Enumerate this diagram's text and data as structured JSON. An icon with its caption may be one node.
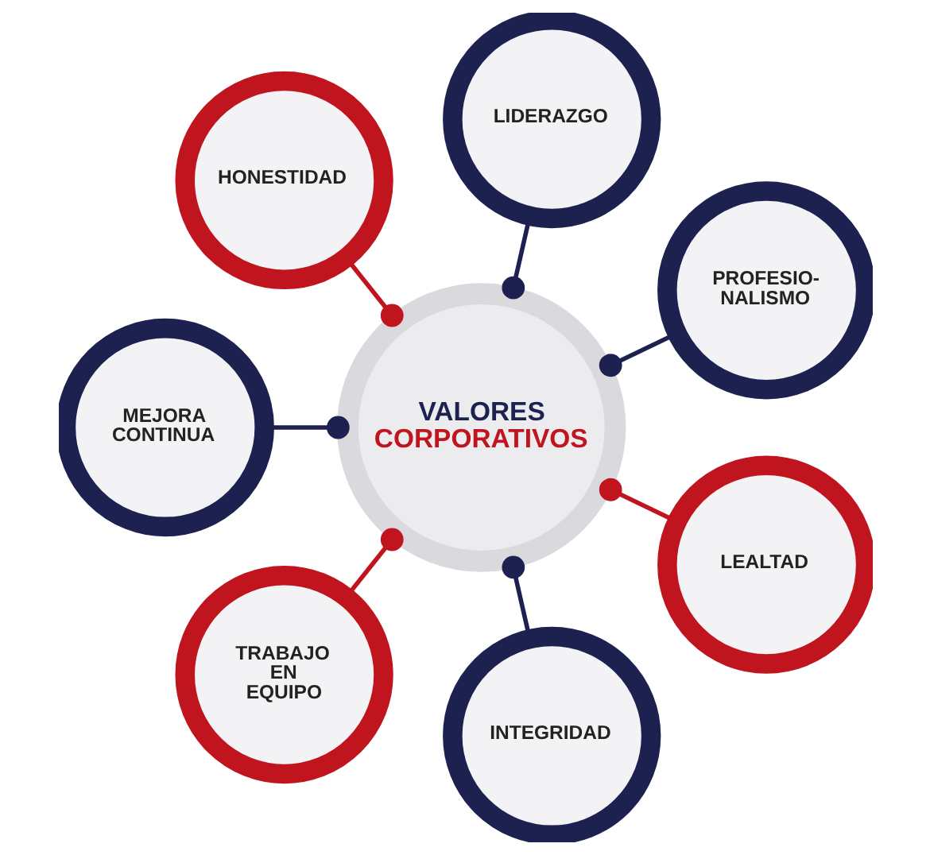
{
  "diagram": {
    "nodes": [
      {
        "text": [
          "VALORES",
          "CORPORATIVOS"
        ]
      },
      {
        "text": [
          "PROFESIO- NALISMO"
        ]
      },
      {
        "text": [
          "LIDERAZGO"
        ]
      },
      {
        "text": [
          "HONESTIDAD"
        ]
      },
      {
        "text": [
          "MEJORA CONTINUA"
        ]
      },
      {
        "text": [
          "TRABAJO EN EQUIPO"
        ]
      },
      {
        "text": [
          "INTEGRIDAD"
        ]
      },
      {
        "text": [
          "LEALTAD"
        ]
      }
    ],
    "edges": [
      {
        "from": 1,
        "to": 0,
        "arrow": "other"
      },
      {
        "from": 2,
        "to": 0,
        "arrow": "other"
      },
      {
        "from": 3,
        "to": 0,
        "arrow": "other",
        "color": "#c0141f"
      },
      {
        "from": 4,
        "to": 0,
        "arrow": "other"
      },
      {
        "from": 5,
        "to": 0,
        "arrow": "other",
        "color": "#c0141f"
      },
      {
        "from": 6,
        "to": 0,
        "arrow": "other"
      },
      {
        "from": 7,
        "to": 0,
        "arrow": "other",
        "color": "#c0141f"
      }
    ]
  }
}
